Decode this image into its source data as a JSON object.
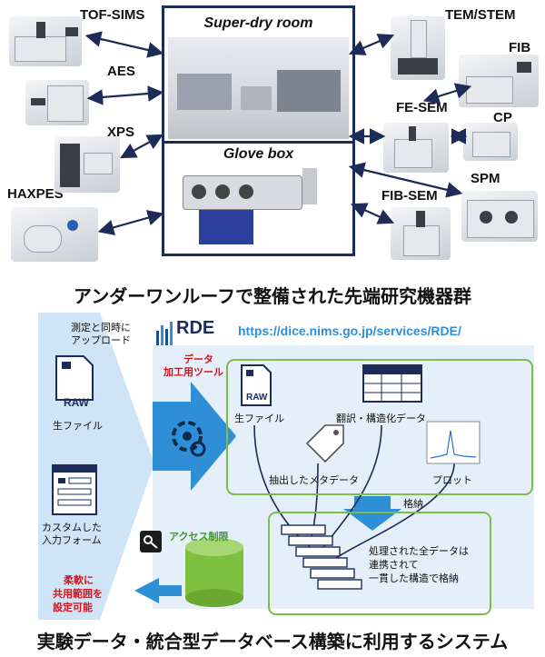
{
  "instruments": {
    "tof_sims": "TOF-SIMS",
    "aes": "AES",
    "xps": "XPS",
    "haxpes": "HAXPES",
    "tem_stem": "TEM/STEM",
    "fib": "FIB",
    "fe_sem": "FE-SEM",
    "cp": "CP",
    "spm": "SPM",
    "fib_sem": "FIB-SEM"
  },
  "center": {
    "super_dry_room": "Super-dry room",
    "glove_box": "Glove box"
  },
  "heading": "アンダーワンルーフで整備された先端研究機器群",
  "workflow": {
    "upload_note_line1": "測定と同時に",
    "upload_note_line2": "アップロード",
    "rde_logo": "RDE",
    "rde_url": "https://dice.nims.go.jp/services/RDE/",
    "tool_label_line1": "データ",
    "tool_label_line2": "加工用ツール",
    "raw_badge": "RAW",
    "raw_file": "生ファイル",
    "custom_form_line1": "カスタムした",
    "custom_form_line2": "入力フォーム",
    "raw_badge_inner": "RAW",
    "raw_file_inner": "生ファイル",
    "translated_data": "翻訳・構造化データ",
    "extracted_metadata": "抽出したメタデータ",
    "plot": "プロット",
    "store": "格納",
    "access_control": "アクセス制限",
    "processed_line1": "処理された全データは",
    "processed_line2": "連携されて",
    "processed_line3": "一貫した構造で格納",
    "share_line1": "柔軟に",
    "share_line2": "共用範囲を",
    "share_line3": "設定可能"
  },
  "footer": "実験データ・統合型データベース構築に利用するシステム",
  "colors": {
    "frame": "#1c2b57",
    "arrow_blue": "#2f8fd6",
    "light_blue": "#cfe4f6",
    "green": "#7dbb4f",
    "red": "#d4141b",
    "cylinder": "#7fbf3f"
  }
}
